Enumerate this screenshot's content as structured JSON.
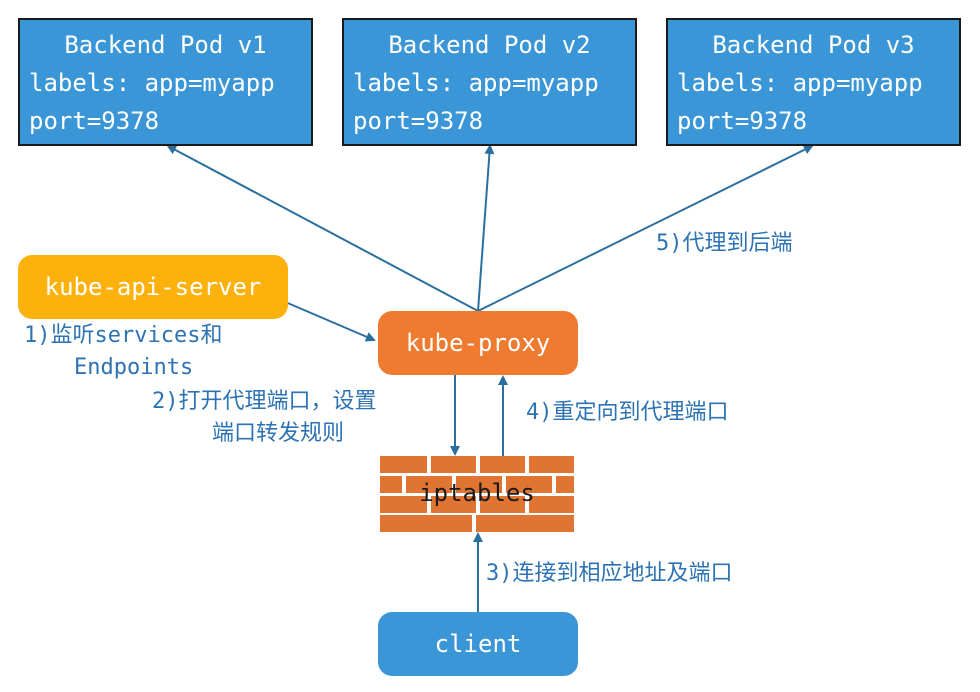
{
  "pods": [
    {
      "title": "Backend Pod v1",
      "labels": "labels: app=myapp",
      "port": "port=9378"
    },
    {
      "title": "Backend Pod v2",
      "labels": "labels: app=myapp",
      "port": "port=9378"
    },
    {
      "title": "Backend Pod v3",
      "labels": "labels: app=myapp",
      "port": "port=9378"
    }
  ],
  "api_server": {
    "label": "kube-api-server"
  },
  "proxy": {
    "label": "kube-proxy"
  },
  "iptables": {
    "label": "iptables"
  },
  "client": {
    "label": "client"
  },
  "steps": {
    "step1_line1": "1)监听services和",
    "step1_line2": "Endpoints",
    "step2_line1": "2)打开代理端口，设置",
    "step2_line2": "端口转发规则",
    "step3": "3)连接到相应地址及端口",
    "step4": "4)重定向到代理端口",
    "step5": "5)代理到后端"
  },
  "colors": {
    "pod": "#3a96d6",
    "api_server": "#fdb10c",
    "proxy": "#ee7b30",
    "iptables": "#e07433",
    "client": "#3a96d6",
    "arrow": "#2b6f9e",
    "note_text": "#2d73b3"
  }
}
